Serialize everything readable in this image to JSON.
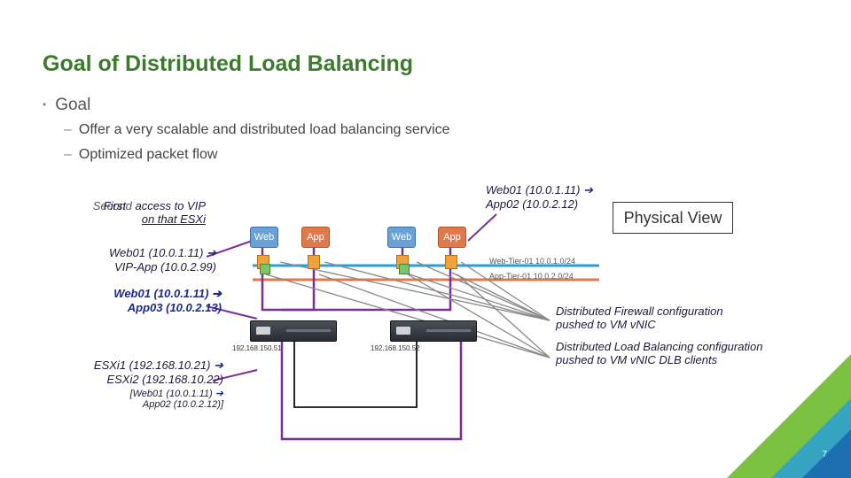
{
  "slide": {
    "title": "Goal of Distributed Load Balancing",
    "bullet": "Goal",
    "subbullets": [
      "Offer a very scalable and distributed load balancing service",
      "Optimized packet flow"
    ],
    "page_number": "7"
  },
  "labels": {
    "first_access_a": "First",
    "first_access_b": "Second",
    "first_access_rest": "access to VIP",
    "on_that_esxi": "on that ESXi",
    "web01_vip_app_1": "Web01 (10.0.1.11)",
    "web01_vip_app_2": "VIP-App (10.0.2.99)",
    "web01_app03_1": "Web01 (10.0.1.11)",
    "web01_app03_2": "App03 (10.0.2.13)",
    "web01_app02_top_1": "Web01 (10.0.1.11)",
    "web01_app02_top_2": "App02 (10.0.2.12)",
    "esxi_line1": "ESXi1 (192.168.10.21)",
    "esxi_line2": "ESXi2 (192.168.10.22)",
    "esxi_line3": "[Web01 (10.0.1.11)",
    "esxi_line4": "App02 (10.0.2.12)]",
    "physical_view": "Physical View",
    "web_tier": "Web-Tier-01 10.0.1.0/24",
    "app_tier": "App-Tier-01 10.0.2.0/24",
    "dfw_1": "Distributed Firewall configuration",
    "dfw_2": "pushed to VM vNIC",
    "dlb_1": "Distributed Load Balancing configuration",
    "dlb_2": "pushed to VM vNIC DLB clients",
    "host1_ip": "192.168.150.51",
    "host2_ip": "192.168.150.52",
    "arrow": "➔"
  },
  "vms": [
    {
      "label": "Web",
      "type": "web"
    },
    {
      "label": "App",
      "type": "app"
    },
    {
      "label": "Web",
      "type": "web"
    },
    {
      "label": "App",
      "type": "app"
    }
  ],
  "colors": {
    "title_green": "#3c7a2e",
    "web_segment": "#2a9fd6",
    "app_segment": "#e07a4a",
    "purple_path": "#7a2e9a",
    "corner_green": "#7cc242",
    "corner_blue": "#2a9fd6"
  }
}
